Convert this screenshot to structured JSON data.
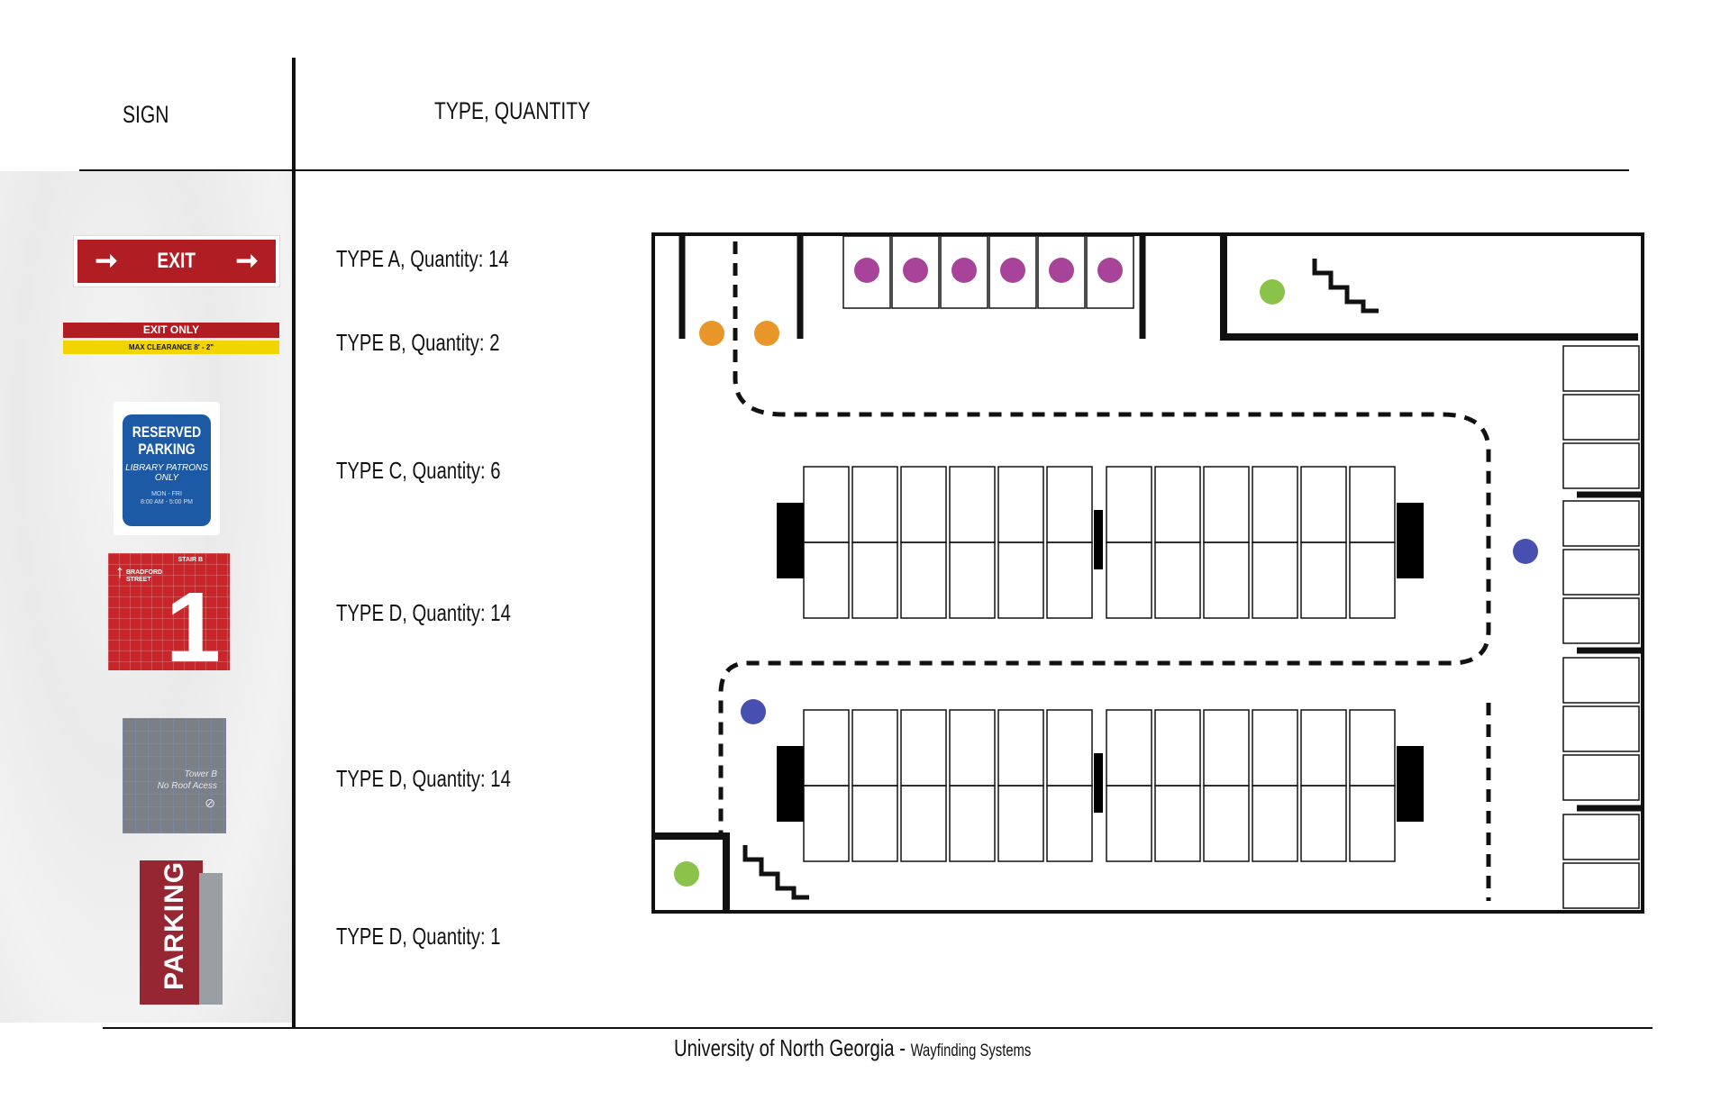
{
  "headers": {
    "sign": "SIGN",
    "type_quantity": "TYPE, QUANTITY"
  },
  "rows": [
    {
      "label": "TYPE A, Quantity: 14"
    },
    {
      "label": "TYPE B, Quantity: 2"
    },
    {
      "label": "TYPE C, Quantity: 6"
    },
    {
      "label": "TYPE D, Quantity: 14"
    },
    {
      "label": "TYPE D, Quantity: 14"
    },
    {
      "label": "TYPE D, Quantity: 1"
    }
  ],
  "signs": {
    "exit": {
      "text": "EXIT"
    },
    "exit_only": {
      "top": "EXIT ONLY",
      "bottom": "MAX CLEARANCE 8' - 2\""
    },
    "reserved": {
      "line1": "RESERVED",
      "line2": "PARKING",
      "line3": "LIBRARY PATRONS",
      "line4": "ONLY",
      "line5": "MON - FRI",
      "line6": "8:00 AM - 5:00 PM"
    },
    "level": {
      "number": "1",
      "street1": "BRADFORD",
      "street2": "STREET",
      "tower": "STAIR B"
    },
    "roof": {
      "line1": "Tower B",
      "line2": "No Roof Acess"
    },
    "parking": {
      "text": "PARKING"
    }
  },
  "footer": {
    "main": "University of North Georgia -",
    "sub": "Wayfinding Systems"
  },
  "colors": {
    "type_a": "#a8439a",
    "type_b": "#e8952a",
    "type_c": "#8bc34a",
    "type_d": "#4750b0",
    "red": "#b01e23",
    "blue": "#1d5aa6",
    "yellow": "#f2d500"
  }
}
